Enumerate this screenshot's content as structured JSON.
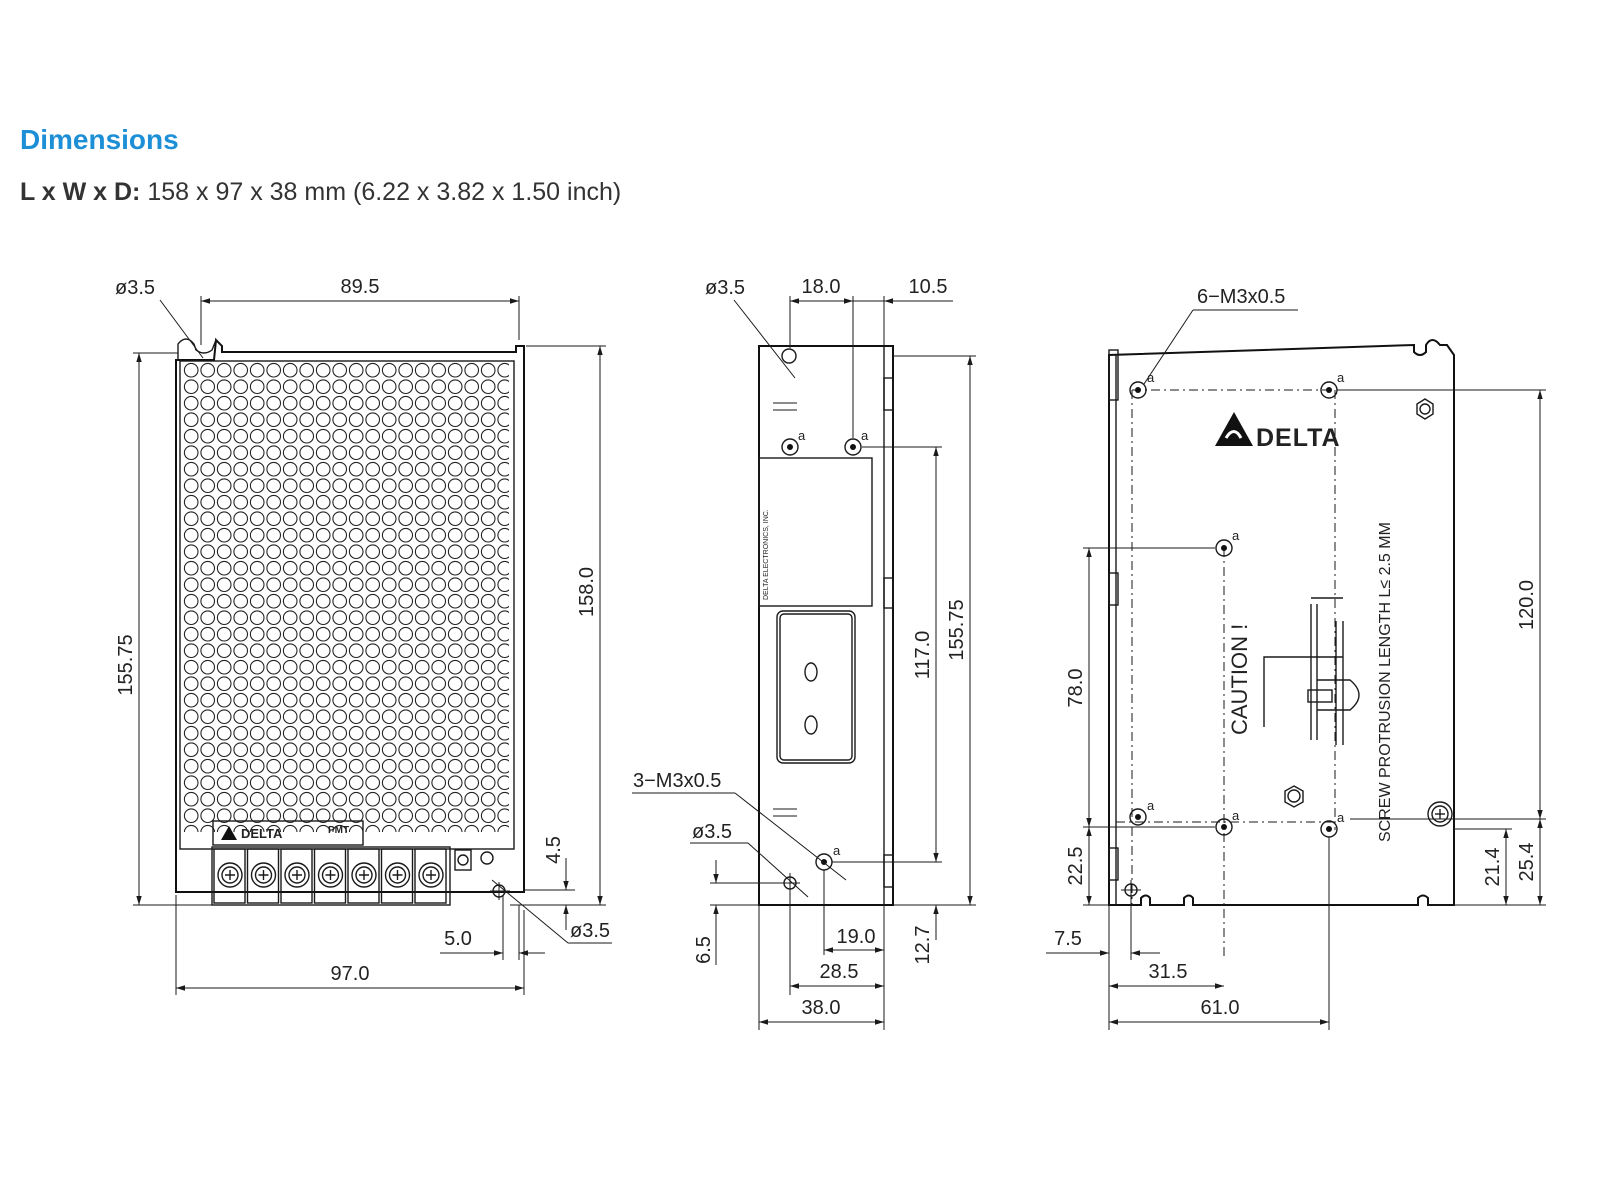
{
  "header": {
    "title": "Dimensions",
    "dims_label": "L x W x D:",
    "dims_value": " 158 x 97 x 38 mm (6.22 x 3.82 x 1.50 inch)"
  },
  "front_view": {
    "dims": {
      "hole_top": "ø3.5",
      "top_width": "89.5",
      "left_height": "155.75",
      "right_height": "158.0",
      "right_small": "4.5",
      "bottom_offset": "5.0",
      "hole_bottom": "ø3.5",
      "bottom_width": "97.0"
    },
    "logo": "DELTA",
    "model": "PMT"
  },
  "side_view": {
    "dims": {
      "hole_top": "ø3.5",
      "top_offset": "18.0",
      "top_right": "10.5",
      "height_inner": "117.0",
      "height_outer": "155.75",
      "screws": "3−M3x0.5",
      "hole_bottom": "ø3.5",
      "small_left": "6.5",
      "d19": "19.0",
      "d28": "28.5",
      "d38": "38.0",
      "d127": "12.7"
    },
    "label_text": "DELTA ELECTRONICS, INC.",
    "hole_mark": "a"
  },
  "bottom_view": {
    "dims": {
      "screws": "6−M3x0.5",
      "d120": "120.0",
      "d78": "78.0",
      "d225": "22.5",
      "d214": "21.4",
      "d254": "25.4",
      "d75": "7.5",
      "d315": "31.5",
      "d61": "61.0"
    },
    "logo": "DELTA",
    "caution": "CAUTION !",
    "protrusion": "SCREW PROTRUSION LENGTH  L≤ 2.5 MM",
    "hole_mark": "a"
  },
  "colors": {
    "title": "#1d8fd6",
    "line": "#1a1a1a"
  }
}
